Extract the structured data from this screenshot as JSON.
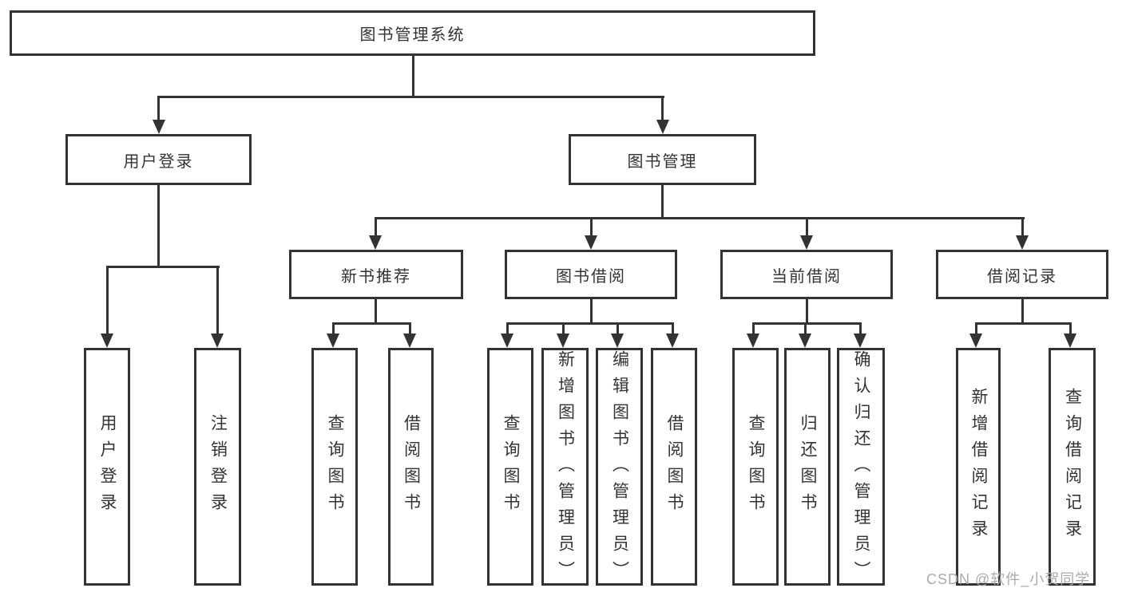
{
  "tree": {
    "root": {
      "label": "图书管理系统",
      "children": [
        {
          "label": "用户登录",
          "children": [
            {
              "label": "用户登录"
            },
            {
              "label": "注销登录"
            }
          ]
        },
        {
          "label": "图书管理",
          "children": [
            {
              "label": "新书推荐",
              "children": [
                {
                  "label": "查询图书"
                },
                {
                  "label": "借阅图书"
                }
              ]
            },
            {
              "label": "图书借阅",
              "children": [
                {
                  "label": "查询图书"
                },
                {
                  "label": "新增图书（管理员）"
                },
                {
                  "label": "编辑图书（管理员）"
                },
                {
                  "label": "借阅图书"
                }
              ]
            },
            {
              "label": "当前借阅",
              "children": [
                {
                  "label": "查询图书"
                },
                {
                  "label": "归还图书"
                },
                {
                  "label": "确认归还（管理员）"
                }
              ]
            },
            {
              "label": "借阅记录",
              "children": [
                {
                  "label": "新增借阅记录"
                },
                {
                  "label": "查询借阅记录"
                }
              ]
            }
          ]
        }
      ]
    }
  },
  "watermark": {
    "text": "CSDN @软件_小贺同学"
  },
  "colors": {
    "line": "#333333",
    "text": "#333333",
    "watermark": "#a9a9b1",
    "background": "#ffffff"
  }
}
